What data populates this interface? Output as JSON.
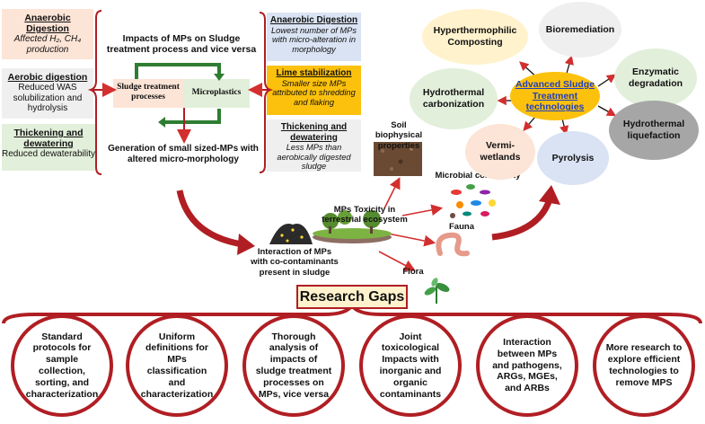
{
  "left_boxes": {
    "anaerobic": {
      "title": "Anaerobic Digestion",
      "line1": "Affected H₂, CH₄",
      "line2": "production"
    },
    "aerobic": {
      "title": "Aerobic digestion",
      "line1": "Reduced WAS",
      "line2": "solubilization and",
      "line3": "hydrolysis"
    },
    "thickening": {
      "title1": "Thickening and",
      "title2": "dewatering",
      "line1": "Reduced dewaterability"
    }
  },
  "center": {
    "heading1": "Impacts of MPs on Sludge",
    "heading2": "treatment process and vice versa",
    "sludge_box1": "Sludge treatment",
    "sludge_box2": "processes",
    "micro_box": "Microplastics",
    "gen1": "Generation of small sized-MPs with",
    "gen2": "altered micro-morphology"
  },
  "right_boxes": {
    "anaerobic": {
      "title": "Anaerobic Digestion",
      "l1": "Lowest number of MPs",
      "l2": "with micro-alteration in",
      "l3": "morphology"
    },
    "lime": {
      "title": "Lime stabilization",
      "l1": "Smaller size MPs",
      "l2": "attributed to shredding",
      "l3": "and flaking"
    },
    "thickening": {
      "title1": "Thickening and",
      "title2": "dewatering",
      "l1": "Less MPs than",
      "l2": "aerobically digested",
      "l3": "sludge"
    }
  },
  "middle": {
    "soil1": "Soil biophysical",
    "soil2": "properties",
    "microbial": "Microbial community",
    "tox1": "MPs Toxicity in",
    "tox2": "terrestrial ecosystem",
    "fauna": "Fauna",
    "flora": "Flora",
    "interaction1": "Interaction of MPs",
    "interaction2": "with co-contaminants",
    "interaction3": "present in sludge"
  },
  "advanced": {
    "center1": "Advanced Sludge",
    "center2": "Treatment",
    "center3": "technologies",
    "hyper1": "Hyperthermophilic",
    "hyper2": "Composting",
    "bioremediation": "Bioremediation",
    "enzymatic1": "Enzymatic",
    "enzymatic2": "degradation",
    "htc1": "Hydrothermal",
    "htc2": "carbonization",
    "htl1": "Hydrothermal",
    "htl2": "liquefaction",
    "vermi1": "Vermi-",
    "vermi2": "wetlands",
    "pyrolysis": "Pyrolysis"
  },
  "research_gaps": {
    "title": "Research Gaps",
    "items": [
      "Standard protocols for sample collection, sorting, and characterization",
      "Uniform definitions for MPs classification and characterization",
      "Thorough analysis of impacts of sludge treatment processes on MPs, vice versa",
      "Joint toxicological Impacts with inorganic and organic contaminants",
      "Interaction between MPs and pathogens, ARGs, MGEs, and ARBs",
      "More research to explore efficient technologies to remove MPS"
    ]
  },
  "colors": {
    "accent_red": "#b01e23",
    "peach": "#fce4d6",
    "light_gray": "#efefef",
    "light_green": "#e2efda",
    "light_blue": "#dae3f3",
    "gold": "#fcc10d",
    "arrow_green": "#2e7d32"
  }
}
